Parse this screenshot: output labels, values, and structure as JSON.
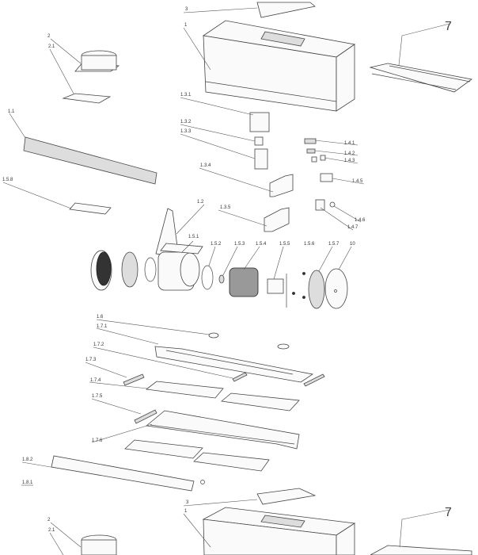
{
  "labels": {
    "p3": "3",
    "p1": "1",
    "p7": "7",
    "p2": "2",
    "p2_1": "2.1",
    "p1_1": "1.1",
    "p1_5_8": "1.5.8",
    "p1_3_1": "1.3.1",
    "p1_3_2": "1.3.2",
    "p1_3_3": "1.3.3",
    "p1_3_4": "1.3.4",
    "p1_3_5": "1.3.5",
    "p1_2": "1.2",
    "p1_4_1": "1.4.1",
    "p1_4_2": "1.4.2",
    "p1_4_3": "1.4.3",
    "p1_4_5": "1.4.5",
    "p1_4_6": "1.4.6",
    "p1_4_7": "1.4.7",
    "p1_5_1": "1.5.1",
    "p1_5_2": "1.5.2",
    "p1_5_3": "1.5.3",
    "p1_5_4": "1.5.4",
    "p1_5_5": "1.5.5",
    "p1_5_6": "1.5.6",
    "p1_5_7": "1.5.7",
    "p10": "10",
    "p1_6": "1.6",
    "p1_7_1": "1.7.1",
    "p1_7_2": "1.7.2",
    "p1_7_3": "1.7.3",
    "p1_7_4": "1.7.4",
    "p1_7_5": "1.7.5",
    "p1_7_6": "1.7.6",
    "p1_8_2": "1.8.2",
    "p1_8_1": "1.8.1"
  }
}
